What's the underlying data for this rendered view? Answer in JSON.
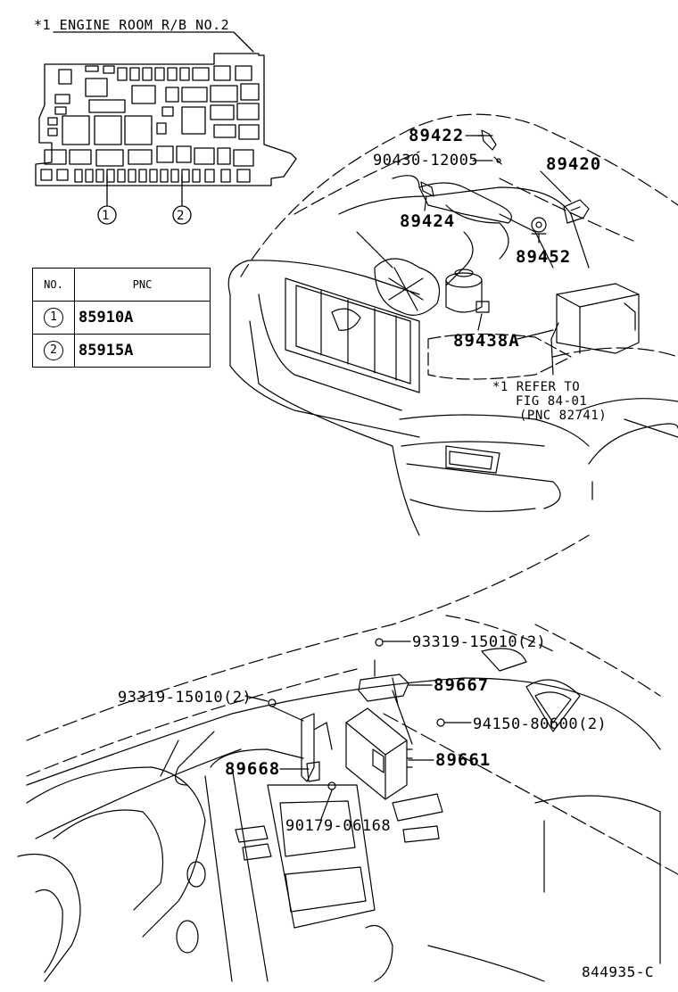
{
  "header_note": "*1 ENGINE ROOM R/B NO.2",
  "callouts": {
    "c1": "1",
    "c2": "2"
  },
  "pnc_table": {
    "col_no": "NO.",
    "col_pnc": "PNC",
    "rows": [
      {
        "no": "1",
        "pnc": "85910A"
      },
      {
        "no": "2",
        "pnc": "85915A"
      }
    ]
  },
  "engine_parts": {
    "p89422": "89422",
    "p90430": "90430-12005",
    "p89420": "89420",
    "p89424": "89424",
    "p89452": "89452",
    "p89438A": "89438A"
  },
  "refer_note": {
    "line1": "*1 REFER TO",
    "line2": "FIG 84-01",
    "line3": "(PNC 82741)"
  },
  "dash_parts": {
    "p93319a": "93319-15010(2)",
    "p93319b": "93319-15010(2)",
    "p89667": "89667",
    "p94150": "94150-80600(2)",
    "p89668": "89668",
    "p89661": "89661",
    "p90179": "90179-06168"
  },
  "figure_code": "844935-C"
}
